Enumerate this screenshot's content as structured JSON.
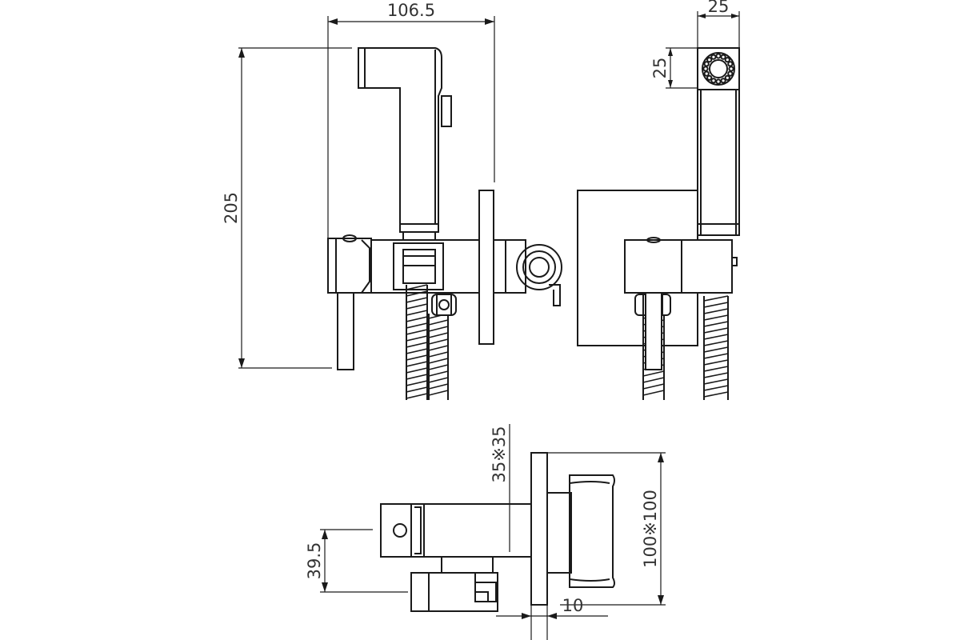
{
  "dimensions": {
    "width_1065": "106.5",
    "height_205": "205",
    "head_width": "25",
    "head_height": "25",
    "plate_top": "35※35",
    "plate_front": "100※100",
    "offset_395": "39.5",
    "thickness_10": "10"
  },
  "colors": {
    "line": "#1a1a1a",
    "text": "#333333",
    "background": "#ffffff"
  }
}
